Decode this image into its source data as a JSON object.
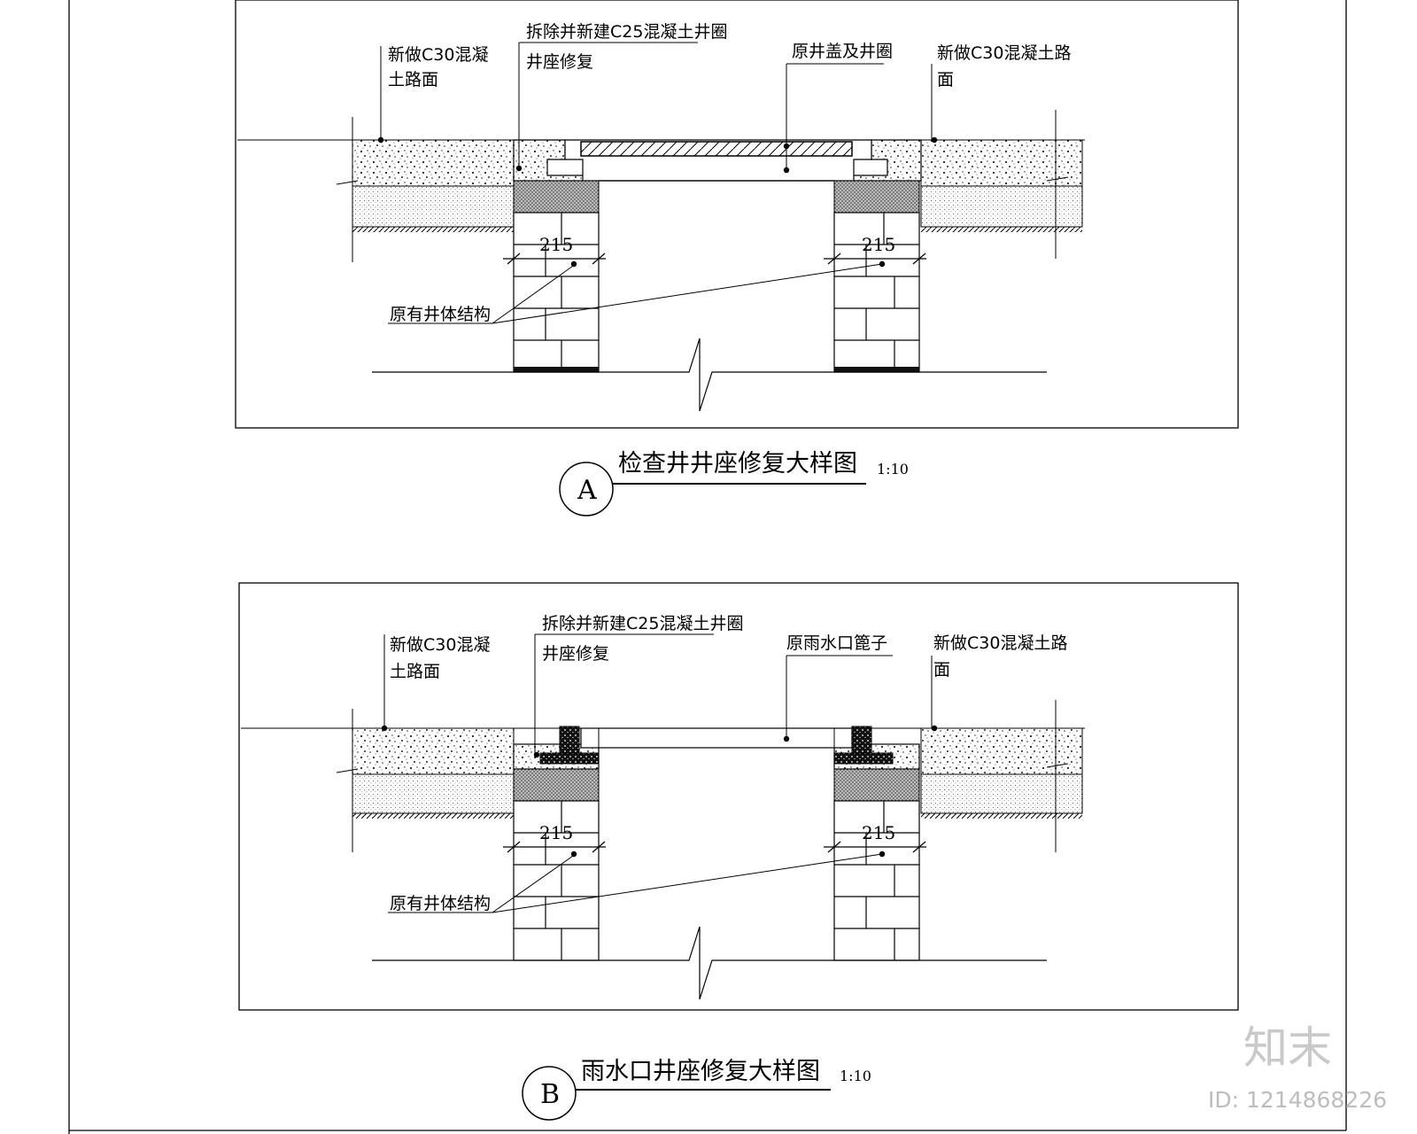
{
  "detail_a": {
    "label_new_road_left": [
      "新做C30混凝",
      "土路面"
    ],
    "label_rebuild": [
      "拆除并新建C25混凝土井圈",
      "井座修复"
    ],
    "label_cover": [
      "原井盖及井圈"
    ],
    "label_new_road_right": [
      "新做C30混凝土路",
      "面"
    ],
    "dim_left": "215",
    "dim_right": "215",
    "label_structure": "原有井体结构",
    "letter": "A",
    "title": "检查井井座修复大样图",
    "scale": "1:10"
  },
  "detail_b": {
    "label_new_road_left": [
      "新做C30混凝",
      "土路面"
    ],
    "label_rebuild": [
      "拆除并新建C25混凝土井圈",
      "井座修复"
    ],
    "label_cover": [
      "原雨水口篦子"
    ],
    "label_new_road_right": [
      "新做C30混凝土路",
      "面"
    ],
    "dim_left": "215",
    "dim_right": "215",
    "label_structure": "原有井体结构",
    "letter": "B",
    "title": "雨水口井座修复大样图",
    "scale": "1:10"
  },
  "watermark": {
    "logo": "知末",
    "id": "ID: 1214868226"
  }
}
